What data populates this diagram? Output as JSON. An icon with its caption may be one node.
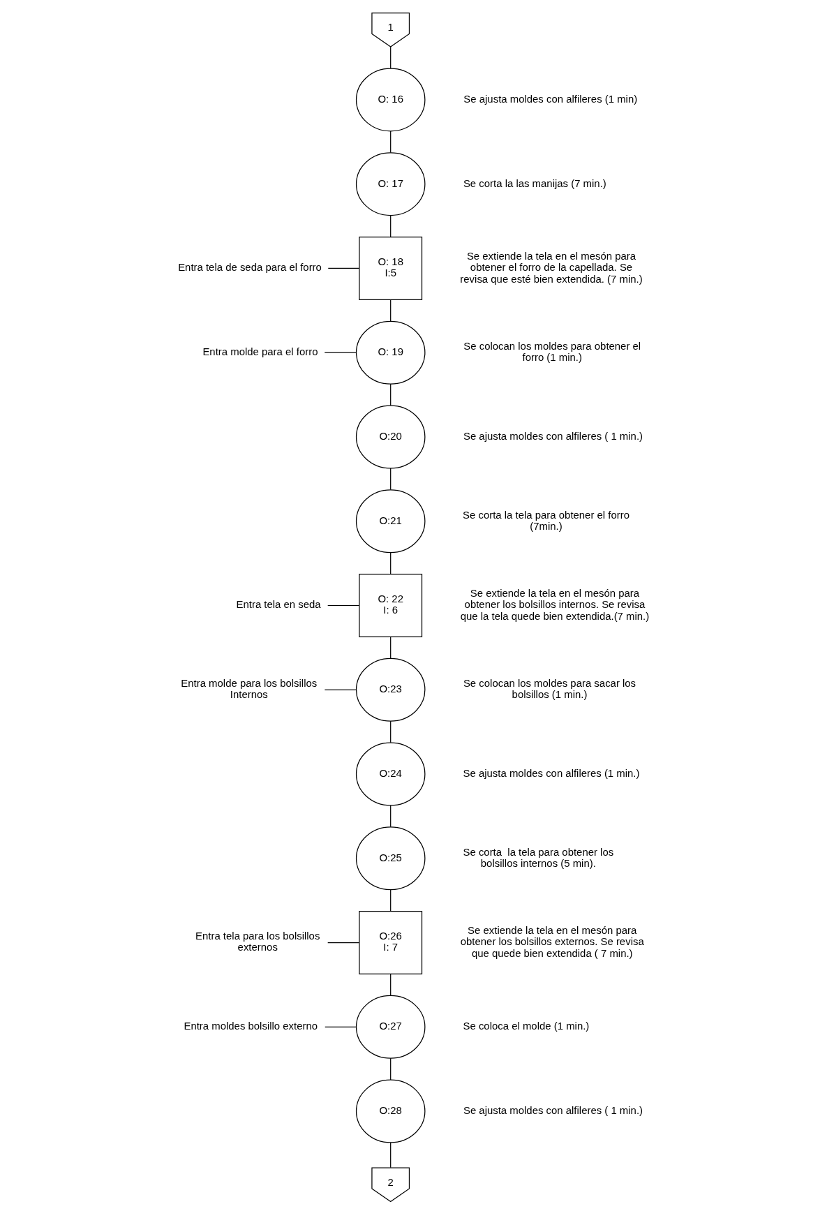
{
  "diagram": {
    "nodes": [
      {
        "text": [
          "1"
        ]
      },
      {
        "text": [
          "O: 16"
        ],
        "beside": [
          "Se ajusta moldes con alfileres (1 min)"
        ]
      },
      {
        "text": [
          "O: 17"
        ],
        "beside": [
          "Se corta la las manijas (7 min.)"
        ]
      },
      {
        "text": [
          "Entra tela de seda para el forro"
        ]
      },
      {
        "text": [
          "O: 18",
          "I:5"
        ],
        "beside": [
          "Se extiende la tela en el mesón para obtener el forro de la capellada. Se revisa que esté bien extendida. (7 min.)"
        ]
      },
      {
        "text": [
          "Entra molde para el forro"
        ]
      },
      {
        "text": [
          "O: 19"
        ],
        "beside": [
          "Se colocan los moldes para obtener el forro (1 min.)"
        ]
      },
      {
        "text": [
          "O:20"
        ],
        "beside": [
          "Se ajusta moldes con alfileres ( 1 min.)"
        ]
      },
      {
        "text": [
          "O:21"
        ],
        "beside": [
          "Se corta la tela para obtener el forro (7min.)"
        ]
      },
      {
        "text": [
          "Entra tela en seda"
        ]
      },
      {
        "text": [
          "O: 22",
          "I: 6"
        ],
        "beside": [
          "Se extiende la tela en el mesón para obtener los bolsillos internos. Se revisa que la tela quede bien extendida.(7 min.)"
        ]
      },
      {
        "text": [
          "Entra molde para los bolsillos Internos"
        ]
      },
      {
        "text": [
          "O:23"
        ],
        "beside": [
          "Se colocan los moldes para sacar los bolsillos (1 min.)"
        ]
      },
      {
        "text": [
          "O:24"
        ],
        "beside": [
          "Se ajusta moldes con alfileres (1 min.)"
        ]
      },
      {
        "text": [
          "O:25"
        ],
        "beside": [
          "Se corta  la tela para obtener los bolsillos internos (5 min)."
        ]
      },
      {
        "text": [
          "Entra tela para los bolsillos externos"
        ]
      },
      {
        "text": [
          "O:26",
          "I: 7"
        ],
        "beside": [
          "Se extiende la tela en el mesón para obtener los bolsillos externos. Se revisa que quede bien extendida ( 7 min.)"
        ]
      },
      {
        "text": [
          "Entra moldes bolsillo externo"
        ]
      },
      {
        "text": [
          "O:27"
        ],
        "beside": [
          "Se coloca el molde (1 min.)"
        ]
      },
      {
        "text": [
          "O:28"
        ],
        "beside": [
          "Se ajusta moldes con alfileres ( 1 min.)"
        ]
      },
      {
        "text": [
          "2"
        ]
      }
    ],
    "edges": [
      {
        "from": 0,
        "to": 1,
        "arrow": "none"
      },
      {
        "from": 1,
        "to": 2,
        "arrow": "none"
      },
      {
        "from": 2,
        "to": 4,
        "arrow": "none"
      },
      {
        "from": 3,
        "to": 4,
        "arrow": "none"
      },
      {
        "from": 4,
        "to": 6,
        "arrow": "none"
      },
      {
        "from": 5,
        "to": 6,
        "arrow": "none"
      },
      {
        "from": 6,
        "to": 7,
        "arrow": "none"
      },
      {
        "from": 7,
        "to": 8,
        "arrow": "none"
      },
      {
        "from": 8,
        "to": 10,
        "arrow": "none"
      },
      {
        "from": 9,
        "to": 10,
        "arrow": "none"
      },
      {
        "from": 10,
        "to": 12,
        "arrow": "none"
      },
      {
        "from": 11,
        "to": 12,
        "arrow": "none"
      },
      {
        "from": 12,
        "to": 13,
        "arrow": "none"
      },
      {
        "from": 13,
        "to": 14,
        "arrow": "none"
      },
      {
        "from": 14,
        "to": 16,
        "arrow": "none"
      },
      {
        "from": 15,
        "to": 16,
        "arrow": "none"
      },
      {
        "from": 16,
        "to": 18,
        "arrow": "none"
      },
      {
        "from": 17,
        "to": 18,
        "arrow": "none"
      },
      {
        "from": 18,
        "to": 19,
        "arrow": "none"
      },
      {
        "from": 19,
        "to": 20,
        "arrow": "none"
      }
    ]
  }
}
